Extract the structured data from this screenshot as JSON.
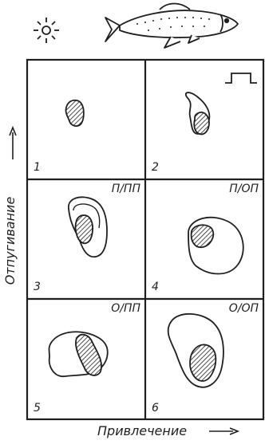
{
  "panels": [
    {
      "number": "1",
      "code": ""
    },
    {
      "number": "2",
      "code": ""
    },
    {
      "number": "3",
      "code": "П/ПП"
    },
    {
      "number": "4",
      "code": "П/ОП"
    },
    {
      "number": "5",
      "code": "О/ПП"
    },
    {
      "number": "6",
      "code": "О/ОП"
    }
  ],
  "axes": {
    "y_label": "Отпугивание",
    "x_label": "Привлечение"
  },
  "icons": {
    "light": "sun-icon",
    "animal": "fish-icon",
    "stimulus": "square-pulse-icon"
  },
  "colors": {
    "ink": "#1f1f1f",
    "paper": "#ffffff"
  }
}
